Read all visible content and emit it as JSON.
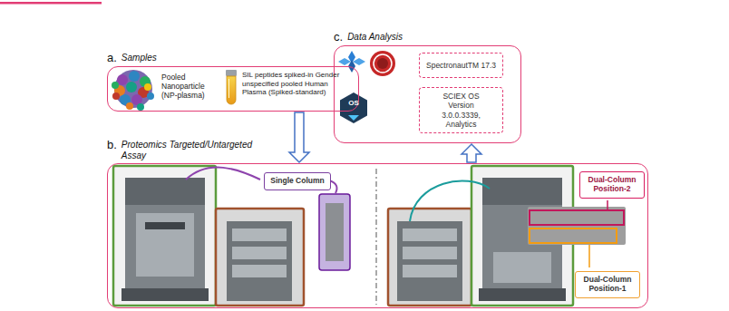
{
  "diagram": {
    "nodes": [
      {
        "text": [
          "a.",
          "Samples"
        ]
      },
      {
        "text": [
          "b.",
          "Proteomics Targeted/Untargeted Assay"
        ]
      },
      {
        "text": [
          "Single Column"
        ],
        "in": 1
      },
      {
        "text": [
          "Dual-Column Position-2"
        ],
        "in": 1
      },
      {
        "text": [
          "Dual-Column Position-1"
        ],
        "in": 1
      },
      {
        "text": [
          "c.",
          "Data Analysis"
        ]
      },
      {
        "text": [
          "SpectronautTM 17.3"
        ],
        "in": 5
      },
      {
        "text": [
          "SCIEX OS Version 3.0.0.3339, Analytics"
        ],
        "in": 5
      }
    ],
    "edges": [
      {
        "from": 0,
        "to": 1,
        "arrow": "to"
      },
      {
        "from": 1,
        "to": 5,
        "arrow": "to"
      }
    ],
    "labels": [
      "Pooled Nanoparticle (NP-plasma)",
      "SIL peptides spiked-in Gender unspecified pooled Human Plasma (Spiked-standard)",
      "OS"
    ]
  }
}
